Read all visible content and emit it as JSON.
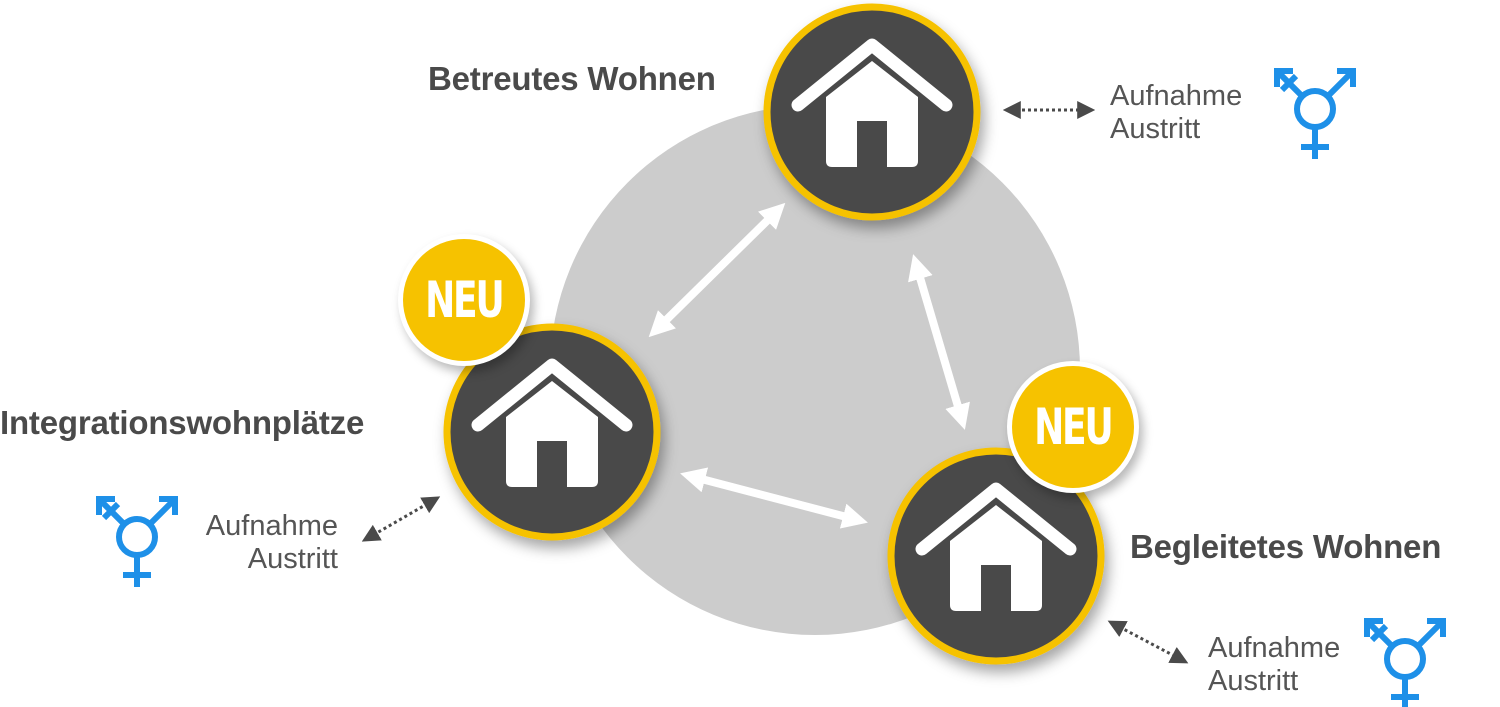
{
  "nodes": [
    {
      "id": "betreutes",
      "title": "Betreutes Wohnen",
      "new_badge": "",
      "status": [
        "Aufnahme",
        "Austritt"
      ]
    },
    {
      "id": "integration",
      "title": "Integrationswohnplätze",
      "new_badge": "NEU",
      "status": [
        "Aufnahme",
        "Austritt"
      ]
    },
    {
      "id": "begleitetes",
      "title": "Begleitetes Wohnen",
      "new_badge": "NEU",
      "status": [
        "Aufnahme",
        "Austritt"
      ]
    }
  ],
  "icons": {
    "node": "house-icon",
    "gender": "transgender-symbol-icon",
    "link": "double-arrow-icon"
  },
  "colors": {
    "ring": "#f6c200",
    "house_circle": "#4a4a4a",
    "background_circle": "#cccccc",
    "title_text": "#4a4a4a",
    "gender_icon": "#1e90e8",
    "status_text": "#555555",
    "connector": "#ffffff",
    "status_connector": "#4a4a4a"
  }
}
